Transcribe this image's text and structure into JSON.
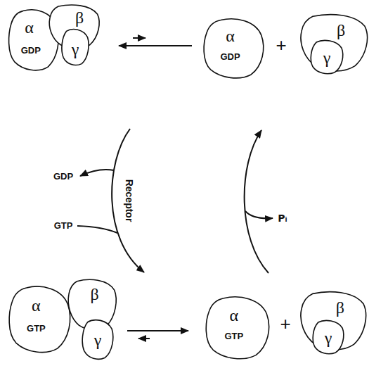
{
  "diagram": {
    "nodes": [
      {
        "text": [
          "α",
          "GDP"
        ]
      },
      {
        "text": [
          "β"
        ]
      },
      {
        "text": [
          "γ"
        ],
        "in": 1
      },
      {
        "text": [
          "α",
          "GDP"
        ]
      },
      {
        "text": [
          "β"
        ]
      },
      {
        "text": [
          "γ"
        ],
        "in": 4
      },
      {
        "text": [
          "α",
          "GTP"
        ]
      },
      {
        "text": [
          "β"
        ]
      },
      {
        "text": [
          "γ"
        ],
        "in": 7
      },
      {
        "text": [
          "α",
          "GTP"
        ]
      },
      {
        "text": [
          "β"
        ]
      },
      {
        "text": [
          "γ"
        ],
        "in": 10
      }
    ],
    "edges": [
      {
        "from": 3,
        "to": 1,
        "arrow": "to"
      },
      {
        "from": 1,
        "to": 3,
        "arrow": "to"
      },
      {
        "from": 0,
        "to": 6,
        "arrow": "to",
        "label": "Receptor"
      },
      {
        "from": 9,
        "to": 3,
        "arrow": "to"
      },
      {
        "from": 7,
        "to": 9,
        "arrow": "to"
      },
      {
        "from": 9,
        "to": 7,
        "arrow": "to"
      }
    ],
    "labels": [
      "+",
      "GDP",
      "GTP",
      "Pᵢ",
      "+"
    ]
  }
}
